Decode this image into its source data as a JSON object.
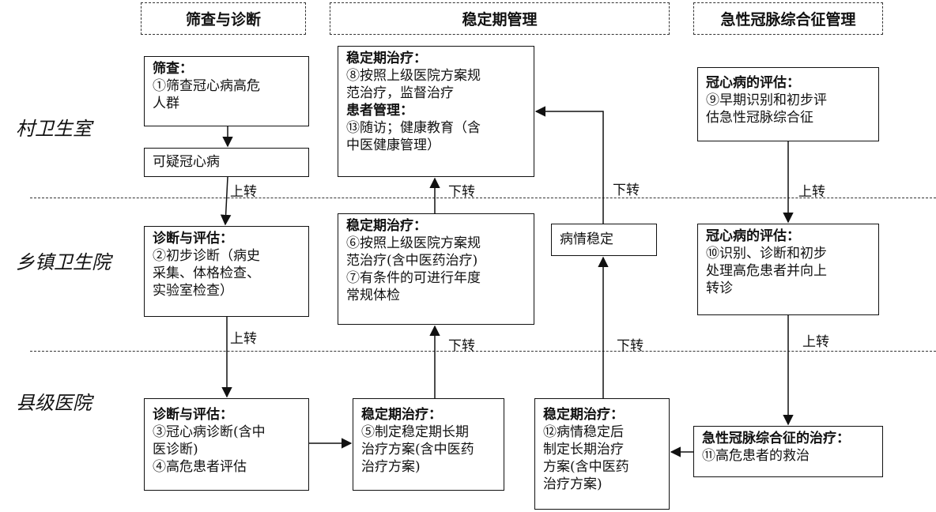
{
  "headers": [
    "筛查与诊断",
    "稳定期管理",
    "急性冠脉综合征管理"
  ],
  "levels": [
    "村卫生室",
    "乡镇卫生院",
    "县级医院"
  ],
  "boxes": {
    "village_screen": [
      "筛查：",
      "①筛查冠心病高危",
      "人群"
    ],
    "village_suspect": "可疑冠心病",
    "village_stable": [
      "稳定期治疗：",
      "⑧按照上级医院方案规",
      "范治疗，监督治疗",
      "患者管理：",
      "⑬随访；健康教育（含",
      "中医健康管理）"
    ],
    "village_acs": [
      "冠心病的评估：",
      "⑨早期识别和初步评",
      "估急性冠脉综合征"
    ],
    "township_diag": [
      "诊断与评估：",
      "②初步诊断（病史",
      "采集、体格检查、",
      "实验室检查）"
    ],
    "township_stable": [
      "稳定期治疗：",
      "⑥按照上级医院方案规",
      "范治疗(含中医药治疗)",
      "⑦有条件的可进行年度",
      "常规体检"
    ],
    "stable_condition": "病情稳定",
    "township_acs": [
      "冠心病的评估：",
      "⑩识别、诊断和初步",
      "处理高危患者并向上",
      "转诊"
    ],
    "county_diag": [
      "诊断与评估：",
      "③冠心病诊断(含中",
      "医诊断)",
      "④高危患者评估"
    ],
    "county_stable": [
      "稳定期治疗：",
      "⑤制定稳定期长期",
      "治疗方案(含中医药",
      "治疗方案)"
    ],
    "county_stable2": [
      "稳定期治疗：",
      "⑫病情稳定后",
      "制定长期治疗",
      "方案(含中医药",
      "治疗方案)"
    ],
    "county_acs": [
      "急性冠脉综合征的治疗：",
      "⑪高危患者的救治"
    ]
  },
  "labels": {
    "up1": "上转",
    "up2": "上转",
    "down1": "下转",
    "down2": "下转",
    "down3": "下转",
    "down4": "下转",
    "up3": "上转",
    "up4": "上转"
  }
}
